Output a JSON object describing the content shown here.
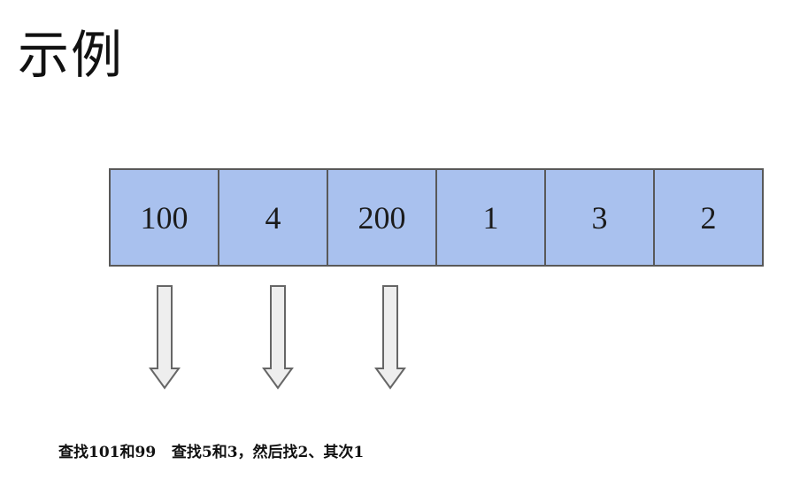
{
  "title": "示例",
  "array": {
    "cells": [
      "100",
      "4",
      "200",
      "1",
      "3",
      "2"
    ],
    "cell_color": "#a9c1ee",
    "border_color": "#595959"
  },
  "arrows": {
    "count": 3,
    "fill_color": "#eeeeee",
    "stroke_color": "#666666",
    "icon": "down-arrow-icon"
  },
  "caption": "查找101和99   查找5和3，然后找2、其次1"
}
